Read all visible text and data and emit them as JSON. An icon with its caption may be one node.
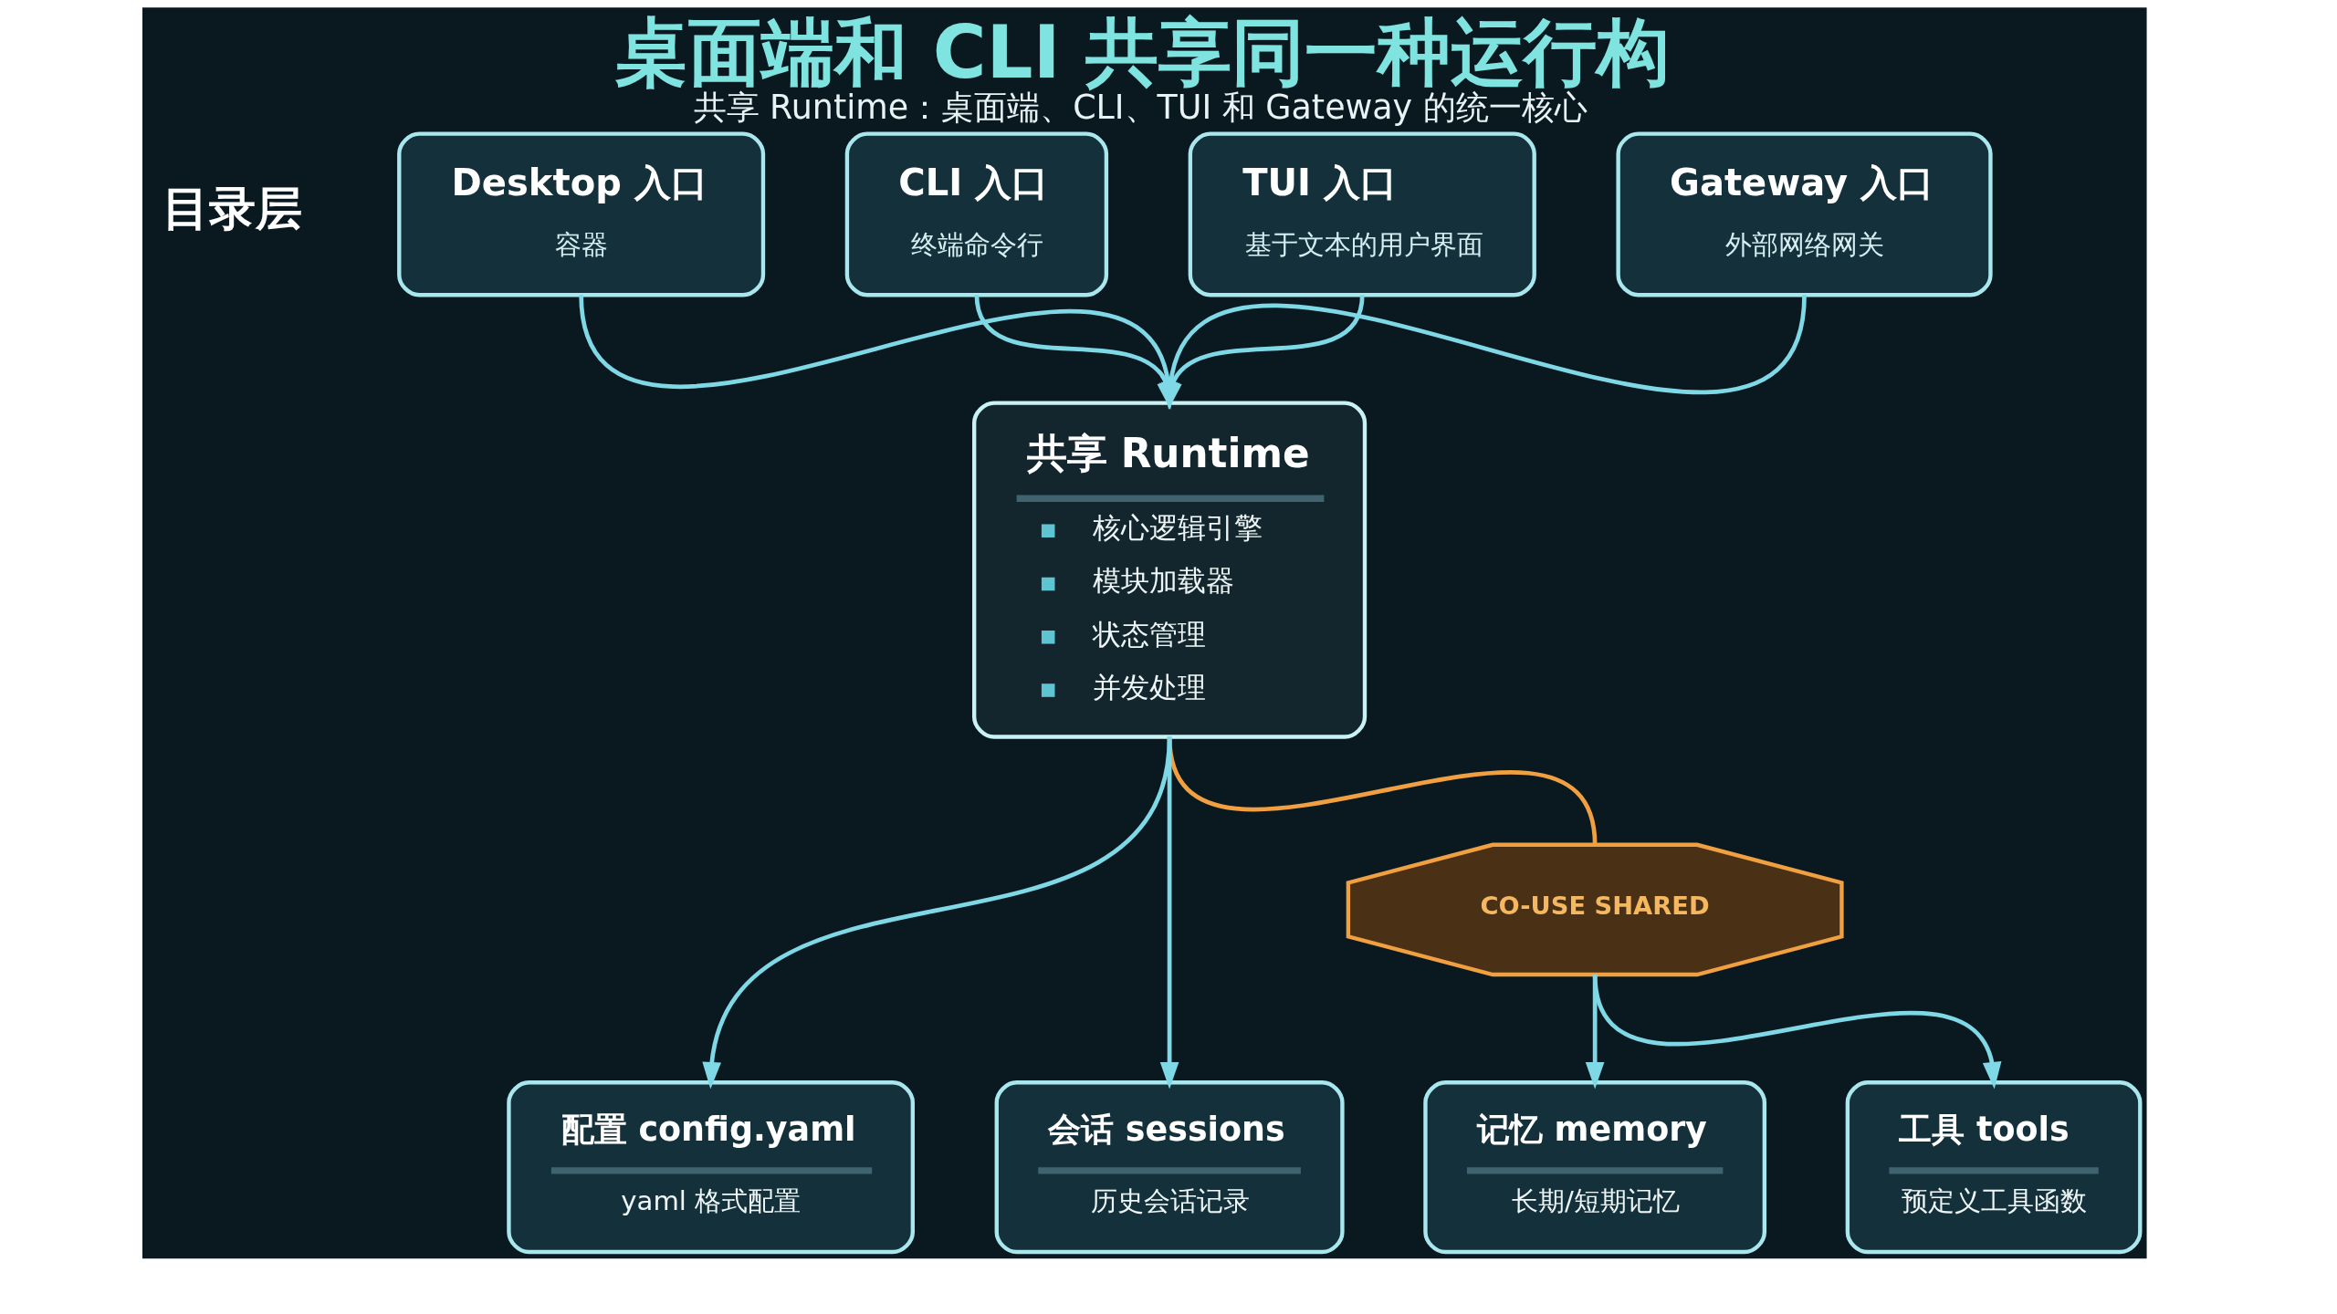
{
  "diagram": {
    "title": "桌面端和 CLI 共享同一种运行构",
    "caption": "共享 Runtime：桌面端、CLI、TUI 和 Gateway 的统一核心",
    "nodes": [
      {
        "text": [
          "Desktop 入口",
          "容器"
        ]
      },
      {
        "text": [
          "CLI 入口",
          "终端命令行"
        ]
      },
      {
        "text": [
          "TUI 入口",
          "基于文本的用户界面"
        ]
      },
      {
        "text": [
          "Gateway 入口",
          "外部网络网关"
        ]
      },
      {
        "text": [
          "共享 Runtime",
          "核心逻辑引擎",
          "模块加载器",
          "状态管理",
          "并发处理"
        ]
      },
      {
        "text": [
          "CO-USE SHARED"
        ]
      },
      {
        "text": [
          "配置 config.yaml",
          "yaml 格式配置"
        ]
      },
      {
        "text": [
          "会话 sessions",
          "历史会话记录"
        ]
      },
      {
        "text": [
          "记忆 memory",
          "长期/短期记忆"
        ]
      },
      {
        "text": [
          "工具 tools",
          "预定义工具函数"
        ]
      }
    ],
    "edges": [
      {
        "from": 0,
        "to": 4,
        "arrow": "to"
      },
      {
        "from": 1,
        "to": 4,
        "arrow": "to"
      },
      {
        "from": 2,
        "to": 4,
        "arrow": "to"
      },
      {
        "from": 3,
        "to": 4,
        "arrow": "to"
      },
      {
        "from": 4,
        "to": 6,
        "arrow": "to"
      },
      {
        "from": 4,
        "to": 7,
        "arrow": "to"
      },
      {
        "from": 4,
        "to": 5,
        "arrow": "none",
        "color": "#f0a040"
      },
      {
        "from": 5,
        "to": 8,
        "arrow": "to"
      },
      {
        "from": 5,
        "to": 9,
        "arrow": "to"
      }
    ],
    "labels": [
      "目录层"
    ]
  }
}
